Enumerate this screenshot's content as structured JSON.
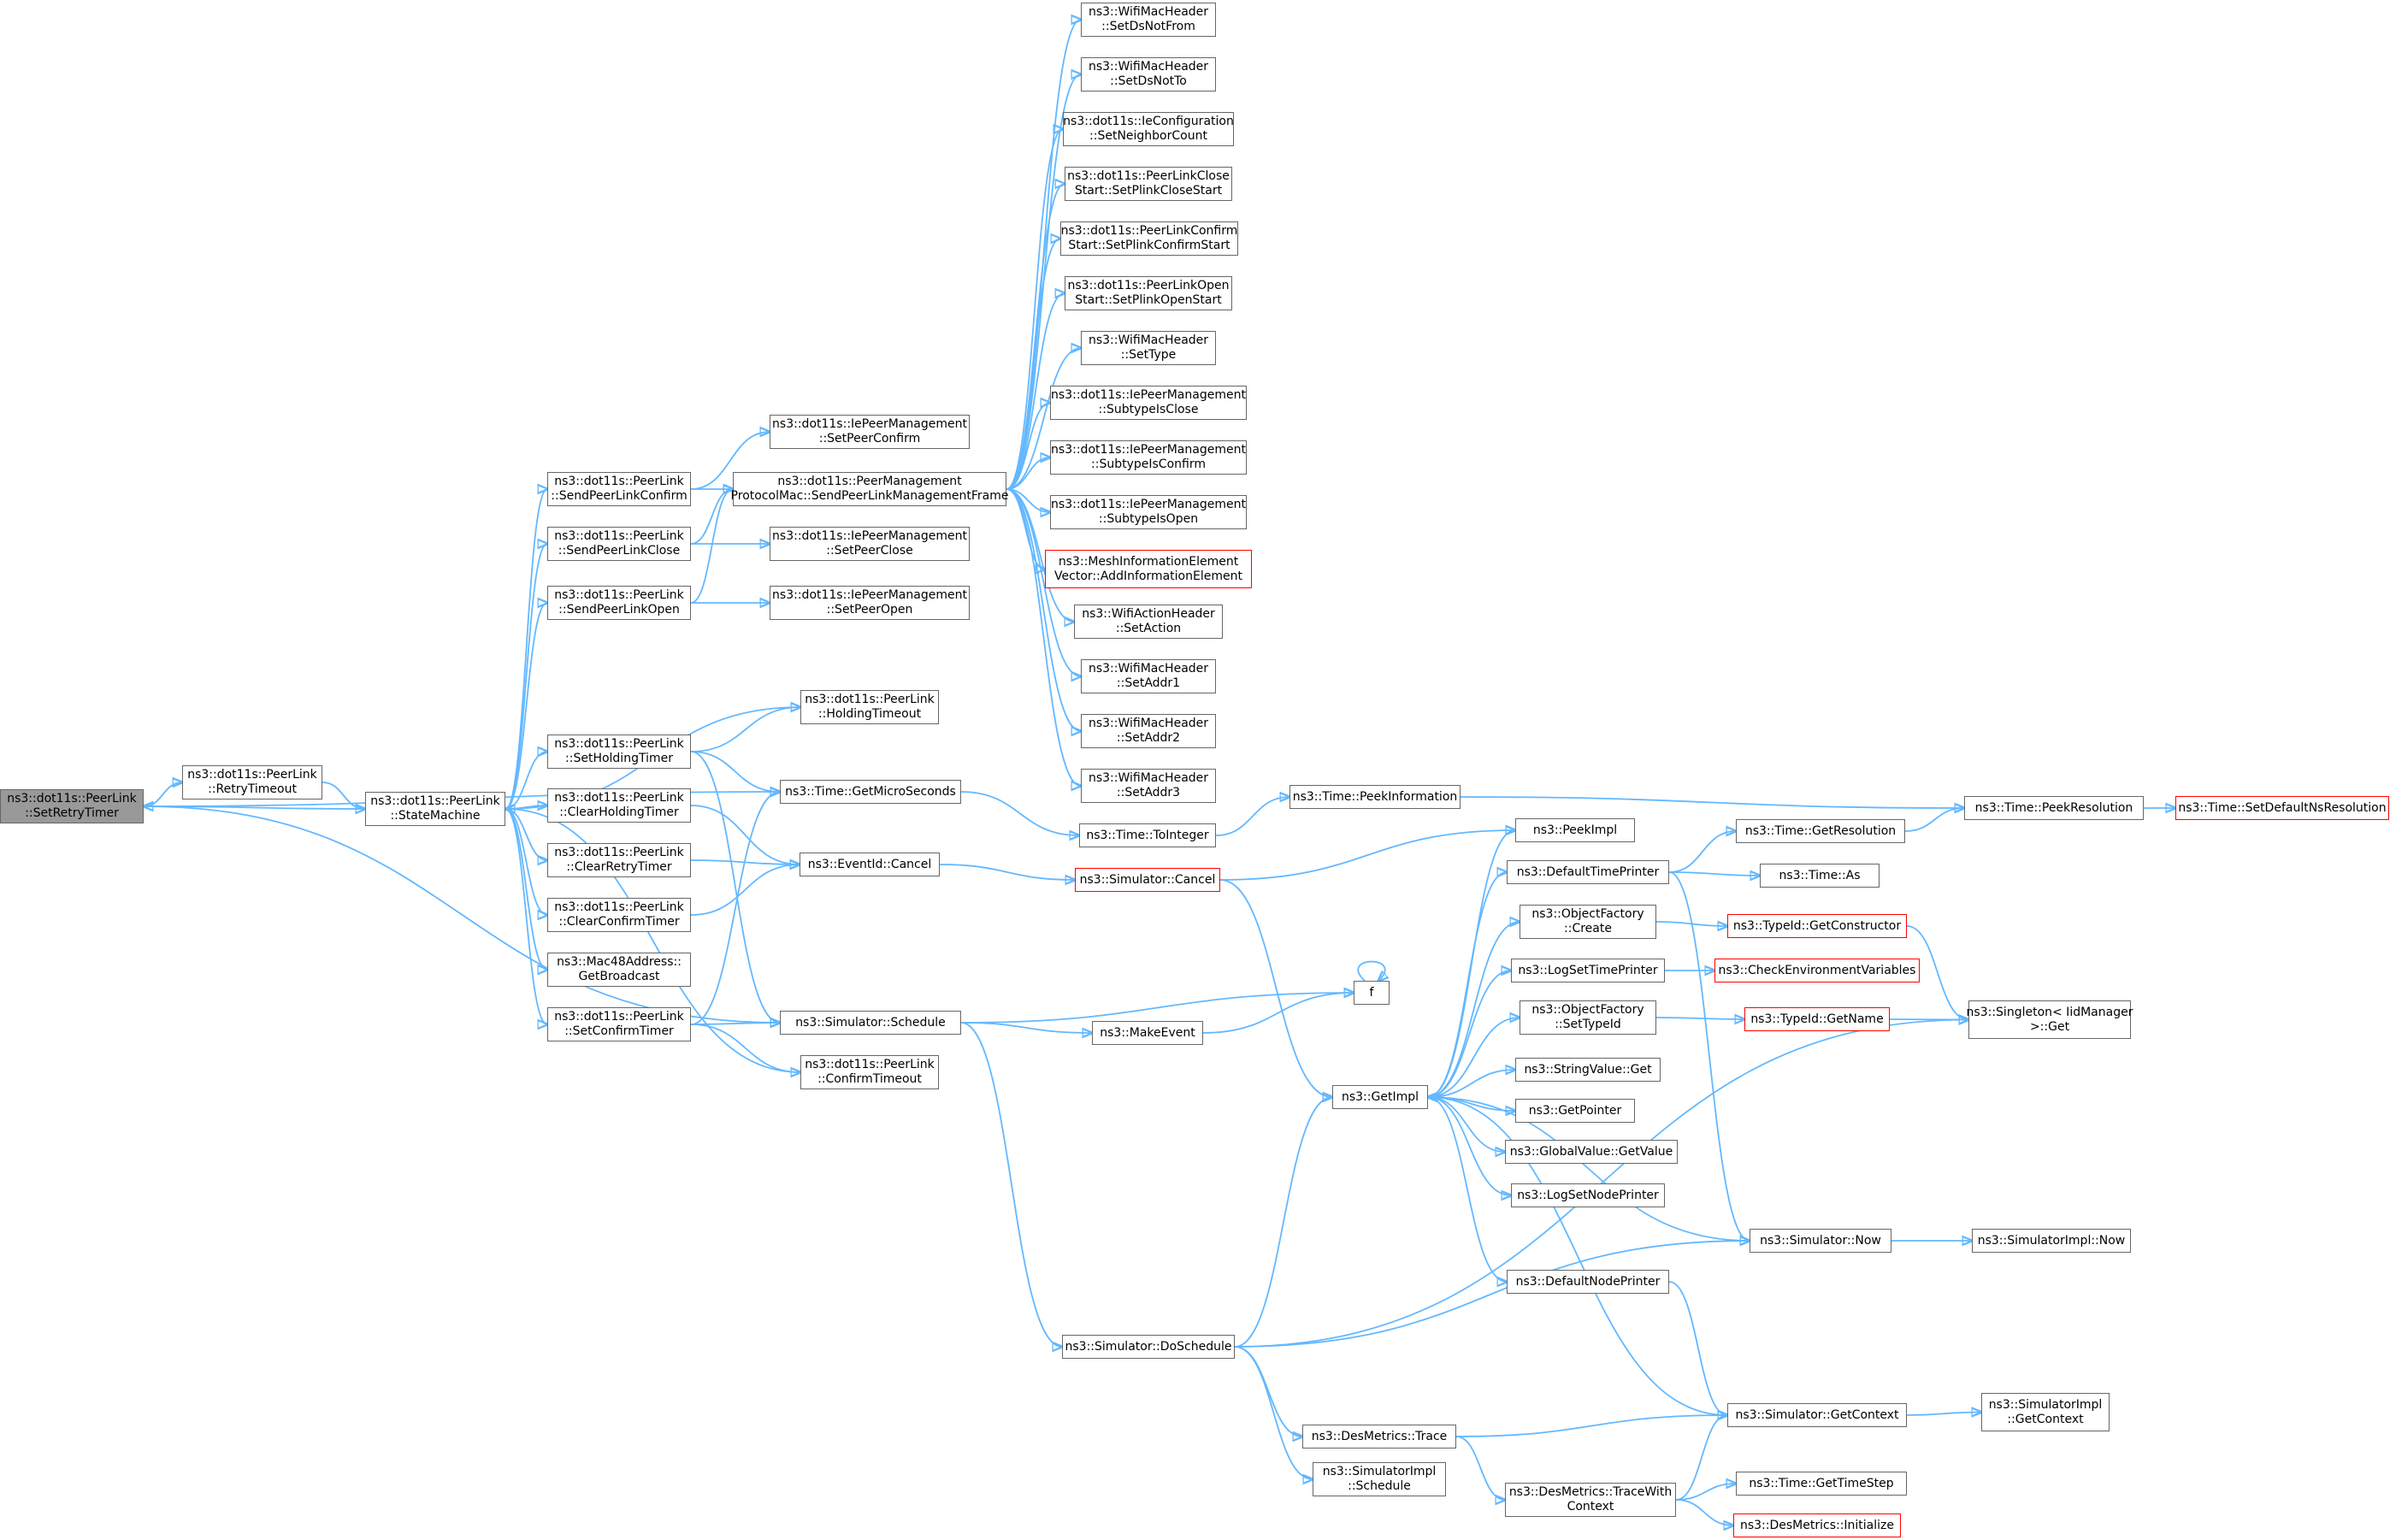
{
  "title": "",
  "colors": {
    "edge": "#63b8ff",
    "node_border": "#666666",
    "truncated_border": "#ff0000",
    "root_fill": "#999999"
  },
  "nodes": [
    {
      "id": "root",
      "lines": [
        "ns3::dot11s::PeerLink",
        "::SetRetryTimer"
      ],
      "root": true
    },
    {
      "id": "retryTimeout",
      "lines": [
        "ns3::dot11s::PeerLink",
        "::RetryTimeout"
      ]
    },
    {
      "id": "stateMachine",
      "lines": [
        "ns3::dot11s::PeerLink",
        "::StateMachine"
      ]
    },
    {
      "id": "sendConfirm",
      "lines": [
        "ns3::dot11s::PeerLink",
        "::SendPeerLinkConfirm"
      ]
    },
    {
      "id": "sendClose",
      "lines": [
        "ns3::dot11s::PeerLink",
        "::SendPeerLinkClose"
      ]
    },
    {
      "id": "sendOpen",
      "lines": [
        "ns3::dot11s::PeerLink",
        "::SendPeerLinkOpen"
      ]
    },
    {
      "id": "setHolding",
      "lines": [
        "ns3::dot11s::PeerLink",
        "::SetHoldingTimer"
      ]
    },
    {
      "id": "clearHolding",
      "lines": [
        "ns3::dot11s::PeerLink",
        "::ClearHoldingTimer"
      ]
    },
    {
      "id": "clearRetry",
      "lines": [
        "ns3::dot11s::PeerLink",
        "::ClearRetryTimer"
      ]
    },
    {
      "id": "clearConfirm",
      "lines": [
        "ns3::dot11s::PeerLink",
        "::ClearConfirmTimer"
      ]
    },
    {
      "id": "getBroadcast",
      "lines": [
        "ns3::Mac48Address::",
        "GetBroadcast"
      ]
    },
    {
      "id": "setConfirmTimer",
      "lines": [
        "ns3::dot11s::PeerLink",
        "::SetConfirmTimer"
      ]
    },
    {
      "id": "setPeerConfirm",
      "lines": [
        "ns3::dot11s::IePeerManagement",
        "::SetPeerConfirm"
      ]
    },
    {
      "id": "sendPLMF",
      "lines": [
        "ns3::dot11s::PeerManagement",
        "ProtocolMac::SendPeerLinkManagementFrame"
      ]
    },
    {
      "id": "setPeerClose",
      "lines": [
        "ns3::dot11s::IePeerManagement",
        "::SetPeerClose"
      ]
    },
    {
      "id": "setPeerOpen",
      "lines": [
        "ns3::dot11s::IePeerManagement",
        "::SetPeerOpen"
      ]
    },
    {
      "id": "holdingTimeout",
      "lines": [
        "ns3::dot11s::PeerLink",
        "::HoldingTimeout"
      ]
    },
    {
      "id": "getMicro",
      "lines": [
        "ns3::Time::GetMicroSeconds"
      ]
    },
    {
      "id": "eventCancel",
      "lines": [
        "ns3::EventId::Cancel"
      ]
    },
    {
      "id": "simSchedule",
      "lines": [
        "ns3::Simulator::Schedule"
      ]
    },
    {
      "id": "confirmTimeout",
      "lines": [
        "ns3::dot11s::PeerLink",
        "::ConfirmTimeout"
      ]
    },
    {
      "id": "setDsNotFrom",
      "lines": [
        "ns3::WifiMacHeader",
        "::SetDsNotFrom"
      ]
    },
    {
      "id": "setDsNotTo",
      "lines": [
        "ns3::WifiMacHeader",
        "::SetDsNotTo"
      ]
    },
    {
      "id": "setNeighborCount",
      "lines": [
        "ns3::dot11s::IeConfiguration",
        "::SetNeighborCount"
      ]
    },
    {
      "id": "setPlinkClose",
      "lines": [
        "ns3::dot11s::PeerLinkClose",
        "Start::SetPlinkCloseStart"
      ]
    },
    {
      "id": "setPlinkConfirm",
      "lines": [
        "ns3::dot11s::PeerLinkConfirm",
        "Start::SetPlinkConfirmStart"
      ]
    },
    {
      "id": "setPlinkOpen",
      "lines": [
        "ns3::dot11s::PeerLinkOpen",
        "Start::SetPlinkOpenStart"
      ]
    },
    {
      "id": "setType",
      "lines": [
        "ns3::WifiMacHeader",
        "::SetType"
      ]
    },
    {
      "id": "subClose",
      "lines": [
        "ns3::dot11s::IePeerManagement",
        "::SubtypeIsClose"
      ]
    },
    {
      "id": "subConfirm",
      "lines": [
        "ns3::dot11s::IePeerManagement",
        "::SubtypeIsConfirm"
      ]
    },
    {
      "id": "subOpen",
      "lines": [
        "ns3::dot11s::IePeerManagement",
        "::SubtypeIsOpen"
      ]
    },
    {
      "id": "addIE",
      "lines": [
        "ns3::MeshInformationElement",
        "Vector::AddInformationElement"
      ],
      "truncated": true
    },
    {
      "id": "setAction",
      "lines": [
        "ns3::WifiActionHeader",
        "::SetAction"
      ]
    },
    {
      "id": "setAddr1",
      "lines": [
        "ns3::WifiMacHeader",
        "::SetAddr1"
      ]
    },
    {
      "id": "setAddr2",
      "lines": [
        "ns3::WifiMacHeader",
        "::SetAddr2"
      ]
    },
    {
      "id": "setAddr3",
      "lines": [
        "ns3::WifiMacHeader",
        "::SetAddr3"
      ]
    },
    {
      "id": "toInteger",
      "lines": [
        "ns3::Time::ToInteger"
      ]
    },
    {
      "id": "simCancel",
      "lines": [
        "ns3::Simulator::Cancel"
      ],
      "truncated": true
    },
    {
      "id": "makeEvent",
      "lines": [
        "ns3::MakeEvent"
      ]
    },
    {
      "id": "f",
      "lines": [
        "f"
      ]
    },
    {
      "id": "doSchedule",
      "lines": [
        "ns3::Simulator::DoSchedule"
      ]
    },
    {
      "id": "peekInfo",
      "lines": [
        "ns3::Time::PeekInformation"
      ]
    },
    {
      "id": "getImpl",
      "lines": [
        "ns3::GetImpl"
      ]
    },
    {
      "id": "desTrace",
      "lines": [
        "ns3::DesMetrics::Trace"
      ]
    },
    {
      "id": "implSchedule",
      "lines": [
        "ns3::SimulatorImpl",
        "::Schedule"
      ]
    },
    {
      "id": "peekImpl",
      "lines": [
        "ns3::PeekImpl"
      ]
    },
    {
      "id": "defTimePrinter",
      "lines": [
        "ns3::DefaultTimePrinter"
      ]
    },
    {
      "id": "ofCreate",
      "lines": [
        "ns3::ObjectFactory",
        "::Create"
      ]
    },
    {
      "id": "logSetTime",
      "lines": [
        "ns3::LogSetTimePrinter"
      ]
    },
    {
      "id": "ofSetTypeId",
      "lines": [
        "ns3::ObjectFactory",
        "::SetTypeId"
      ]
    },
    {
      "id": "stringGet",
      "lines": [
        "ns3::StringValue::Get"
      ]
    },
    {
      "id": "getPointer",
      "lines": [
        "ns3::GetPointer"
      ]
    },
    {
      "id": "gvGetValue",
      "lines": [
        "ns3::GlobalValue::GetValue"
      ]
    },
    {
      "id": "logSetNode",
      "lines": [
        "ns3::LogSetNodePrinter"
      ]
    },
    {
      "id": "defNodePrinter",
      "lines": [
        "ns3::DefaultNodePrinter"
      ]
    },
    {
      "id": "traceWithCtx",
      "lines": [
        "ns3::DesMetrics::TraceWith",
        "Context"
      ]
    },
    {
      "id": "getResolution",
      "lines": [
        "ns3::Time::GetResolution"
      ]
    },
    {
      "id": "timeAs",
      "lines": [
        "ns3::Time::As"
      ]
    },
    {
      "id": "getConstructor",
      "lines": [
        "ns3::TypeId::GetConstructor"
      ],
      "truncated": true
    },
    {
      "id": "checkEnv",
      "lines": [
        "ns3::CheckEnvironmentVariables"
      ],
      "truncated": true
    },
    {
      "id": "typeGetName",
      "lines": [
        "ns3::TypeId::GetName"
      ],
      "truncated": true
    },
    {
      "id": "simNow",
      "lines": [
        "ns3::Simulator::Now"
      ]
    },
    {
      "id": "simGetContext",
      "lines": [
        "ns3::Simulator::GetContext"
      ]
    },
    {
      "id": "getTimeStep",
      "lines": [
        "ns3::Time::GetTimeStep"
      ]
    },
    {
      "id": "desInit",
      "lines": [
        "ns3::DesMetrics::Initialize"
      ],
      "truncated": true
    },
    {
      "id": "peekResolution",
      "lines": [
        "ns3::Time::PeekResolution"
      ]
    },
    {
      "id": "singletonGet",
      "lines": [
        "ns3::Singleton< IidManager",
        "  >::Get"
      ]
    },
    {
      "id": "implNow",
      "lines": [
        "ns3::SimulatorImpl::Now"
      ]
    },
    {
      "id": "implGetContext",
      "lines": [
        "ns3::SimulatorImpl",
        "::GetContext"
      ]
    },
    {
      "id": "setDefaultNs",
      "lines": [
        "ns3::Time::SetDefaultNsResolution"
      ],
      "truncated": true
    }
  ],
  "edges": [
    [
      "root",
      "retryTimeout"
    ],
    [
      "root",
      "getMicro"
    ],
    [
      "root",
      "simSchedule"
    ],
    [
      "retryTimeout",
      "stateMachine"
    ],
    [
      "stateMachine",
      "root"
    ],
    [
      "stateMachine",
      "sendConfirm"
    ],
    [
      "stateMachine",
      "sendClose"
    ],
    [
      "stateMachine",
      "sendOpen"
    ],
    [
      "stateMachine",
      "setHolding"
    ],
    [
      "stateMachine",
      "clearHolding"
    ],
    [
      "stateMachine",
      "clearRetry"
    ],
    [
      "stateMachine",
      "clearConfirm"
    ],
    [
      "stateMachine",
      "getBroadcast"
    ],
    [
      "stateMachine",
      "setConfirmTimer"
    ],
    [
      "holdingTimeout",
      "stateMachine"
    ],
    [
      "confirmTimeout",
      "stateMachine"
    ],
    [
      "sendConfirm",
      "setPeerConfirm"
    ],
    [
      "sendConfirm",
      "sendPLMF"
    ],
    [
      "sendClose",
      "sendPLMF"
    ],
    [
      "sendClose",
      "setPeerClose"
    ],
    [
      "sendOpen",
      "sendPLMF"
    ],
    [
      "sendOpen",
      "setPeerOpen"
    ],
    [
      "setHolding",
      "holdingTimeout"
    ],
    [
      "setHolding",
      "getMicro"
    ],
    [
      "setHolding",
      "simSchedule"
    ],
    [
      "clearHolding",
      "eventCancel"
    ],
    [
      "clearRetry",
      "eventCancel"
    ],
    [
      "clearConfirm",
      "eventCancel"
    ],
    [
      "setConfirmTimer",
      "getMicro"
    ],
    [
      "setConfirmTimer",
      "simSchedule"
    ],
    [
      "setConfirmTimer",
      "confirmTimeout"
    ],
    [
      "sendPLMF",
      "setDsNotFrom"
    ],
    [
      "sendPLMF",
      "setDsNotTo"
    ],
    [
      "sendPLMF",
      "setNeighborCount"
    ],
    [
      "sendPLMF",
      "setPlinkClose"
    ],
    [
      "sendPLMF",
      "setPlinkConfirm"
    ],
    [
      "sendPLMF",
      "setPlinkOpen"
    ],
    [
      "sendPLMF",
      "setType"
    ],
    [
      "sendPLMF",
      "subClose"
    ],
    [
      "sendPLMF",
      "subConfirm"
    ],
    [
      "sendPLMF",
      "subOpen"
    ],
    [
      "sendPLMF",
      "addIE"
    ],
    [
      "sendPLMF",
      "setAction"
    ],
    [
      "sendPLMF",
      "setAddr1"
    ],
    [
      "sendPLMF",
      "setAddr2"
    ],
    [
      "sendPLMF",
      "setAddr3"
    ],
    [
      "getMicro",
      "toInteger"
    ],
    [
      "toInteger",
      "peekInfo"
    ],
    [
      "peekInfo",
      "peekResolution"
    ],
    [
      "eventCancel",
      "simCancel"
    ],
    [
      "simCancel",
      "peekImpl"
    ],
    [
      "simCancel",
      "getImpl"
    ],
    [
      "simSchedule",
      "f"
    ],
    [
      "simSchedule",
      "makeEvent"
    ],
    [
      "simSchedule",
      "doSchedule"
    ],
    [
      "makeEvent",
      "f"
    ],
    [
      "f",
      "f"
    ],
    [
      "doSchedule",
      "getImpl"
    ],
    [
      "doSchedule",
      "simNow"
    ],
    [
      "doSchedule",
      "singletonGet"
    ],
    [
      "doSchedule",
      "desTrace"
    ],
    [
      "doSchedule",
      "implSchedule"
    ],
    [
      "getImpl",
      "peekImpl"
    ],
    [
      "getImpl",
      "defTimePrinter"
    ],
    [
      "getImpl",
      "ofCreate"
    ],
    [
      "getImpl",
      "logSetTime"
    ],
    [
      "getImpl",
      "ofSetTypeId"
    ],
    [
      "getImpl",
      "stringGet"
    ],
    [
      "getImpl",
      "getPointer"
    ],
    [
      "getImpl",
      "gvGetValue"
    ],
    [
      "getImpl",
      "logSetNode"
    ],
    [
      "getImpl",
      "defNodePrinter"
    ],
    [
      "simNow",
      "getImpl"
    ],
    [
      "simGetContext",
      "getImpl"
    ],
    [
      "defTimePrinter",
      "getResolution"
    ],
    [
      "defTimePrinter",
      "timeAs"
    ],
    [
      "defTimePrinter",
      "simNow"
    ],
    [
      "getResolution",
      "peekResolution"
    ],
    [
      "peekResolution",
      "setDefaultNs"
    ],
    [
      "ofCreate",
      "getConstructor"
    ],
    [
      "getConstructor",
      "singletonGet"
    ],
    [
      "logSetTime",
      "checkEnv"
    ],
    [
      "ofSetTypeId",
      "typeGetName"
    ],
    [
      "typeGetName",
      "singletonGet"
    ],
    [
      "simNow",
      "implNow"
    ],
    [
      "defNodePrinter",
      "simGetContext"
    ],
    [
      "desTrace",
      "simGetContext"
    ],
    [
      "desTrace",
      "traceWithCtx"
    ],
    [
      "traceWithCtx",
      "simGetContext"
    ],
    [
      "traceWithCtx",
      "getTimeStep"
    ],
    [
      "traceWithCtx",
      "desInit"
    ],
    [
      "simGetContext",
      "implGetContext"
    ]
  ]
}
